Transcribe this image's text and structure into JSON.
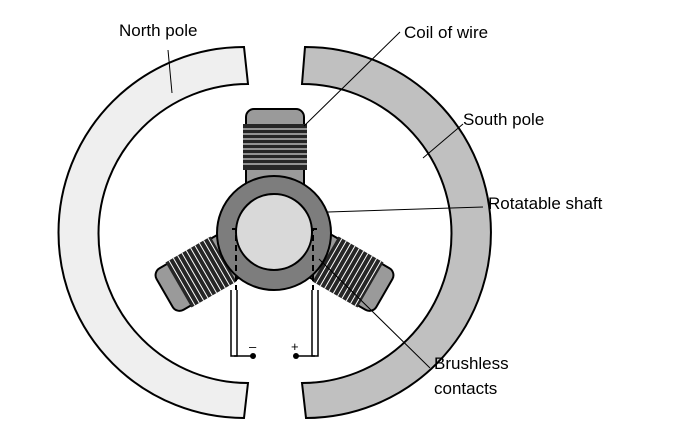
{
  "labels": {
    "north_pole": "North pole",
    "coil_of_wire": "Coil of wire",
    "south_pole": "South pole",
    "rotatable_shaft": "Rotatable shaft",
    "brushless_line1": "Brushless",
    "brushless_line2": "contacts",
    "minus": "–",
    "plus": "+"
  },
  "colors": {
    "north_pole_fill": "#efefef",
    "south_pole_fill": "#c0c0c0",
    "rotor_ring": "#7d7d7d",
    "shaft_center": "#d9d9d9",
    "coil_core": "#9a9a9a",
    "coil_winding": "#262626",
    "outline": "#000000"
  }
}
